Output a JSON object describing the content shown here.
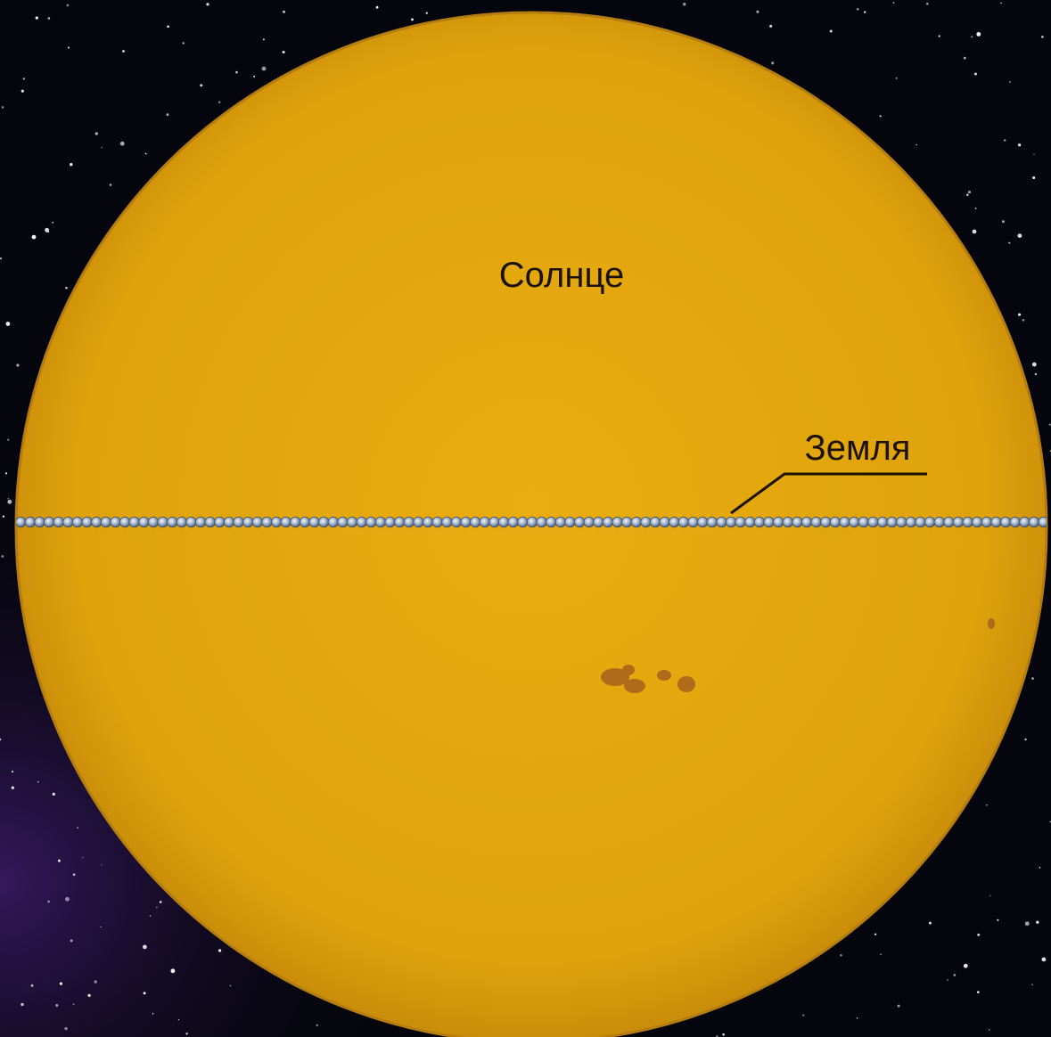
{
  "labels": {
    "sun": "Солнце",
    "earth": "Земля"
  },
  "earth_count": 109,
  "colors": {
    "space": "#05060d",
    "nebula": "#3a1a6e",
    "sun_center": "#e9ad10",
    "sun_edge": "#d89a08",
    "sun_limb": "#b57d10",
    "sunspot": "#a8601c",
    "label_text": "#1a1205",
    "earth_blue": "#5a6f8c",
    "earth_white": "#e8eef5"
  },
  "icons": [
    "star-field",
    "sunspot-group",
    "earth-disc"
  ]
}
